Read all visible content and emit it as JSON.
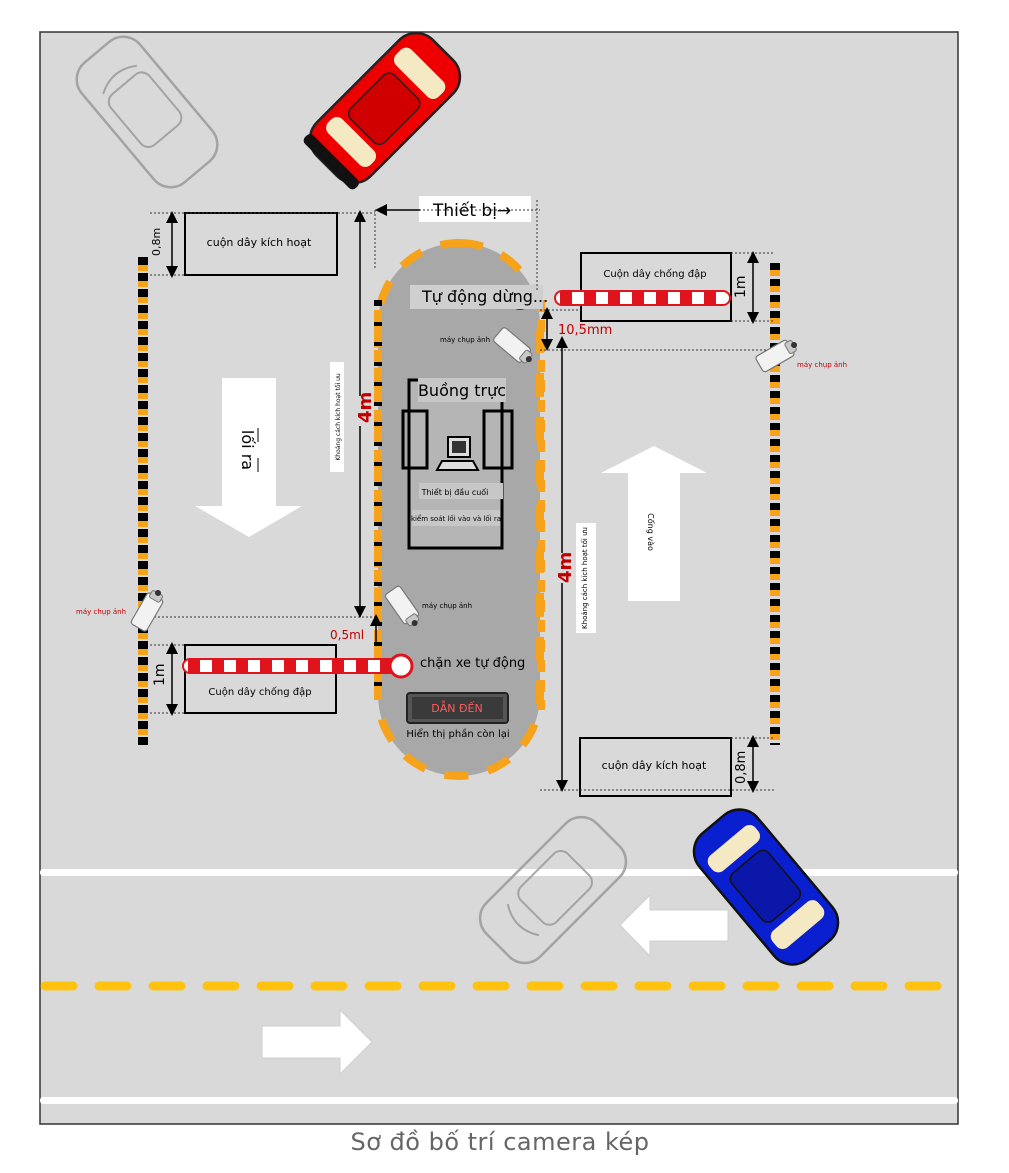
{
  "caption": "Sơ đồ bố trí camera kép",
  "labels": {
    "device": "Thiết bị→",
    "auto_stop": "Tự động dừng...",
    "trigger_coil_left": "cuộn dây kích hoạt",
    "trigger_coil_right": "cuộn dây kích hoạt",
    "anti_crash_coil_left": "Cuộn dây chống đập",
    "anti_crash_coil_right": "Cuộn dây chống đập",
    "dim_08m_left": "0,8m",
    "dim_08m_right": "0,8m",
    "dim_1m_left": "1m",
    "dim_1m_right": "1m",
    "dim_105mm": "10,5mm",
    "dim_05m": "0,5ml",
    "dim_4m_left": "4m",
    "dim_4m_right": "4m",
    "distance_left": "Khoảng cách kích hoạt tối ưu",
    "distance_right": "Khoảng cách kích hoạt tối ưu",
    "camera_1": "máy chụp ảnh",
    "camera_2": "máy chụp ảnh",
    "camera_3": "máy chụp ảnh",
    "camera_4": "máy chụp ảnh",
    "booth": "Buồng trực",
    "terminal_line1": "Thiết bị đầu cuối",
    "terminal_line2": "kiểm soát lối vào và lối ra",
    "barrier": "chặn xe tự động",
    "display_screen": "DẪN ĐẾN",
    "display_label": "Hiển thị phần còn lại",
    "exit": "lối ra",
    "entrance": "Cổng vào"
  },
  "colors": {
    "ground": "#d9d9d9",
    "island": "#a8a8a8",
    "dash_orange": "#f7a21b",
    "barrier_red": "#e0141c",
    "car_red": "#ee0000",
    "car_blue": "#0a1fd0",
    "dim_red": "#c00000",
    "lane_yellow": "#ffc20e"
  }
}
